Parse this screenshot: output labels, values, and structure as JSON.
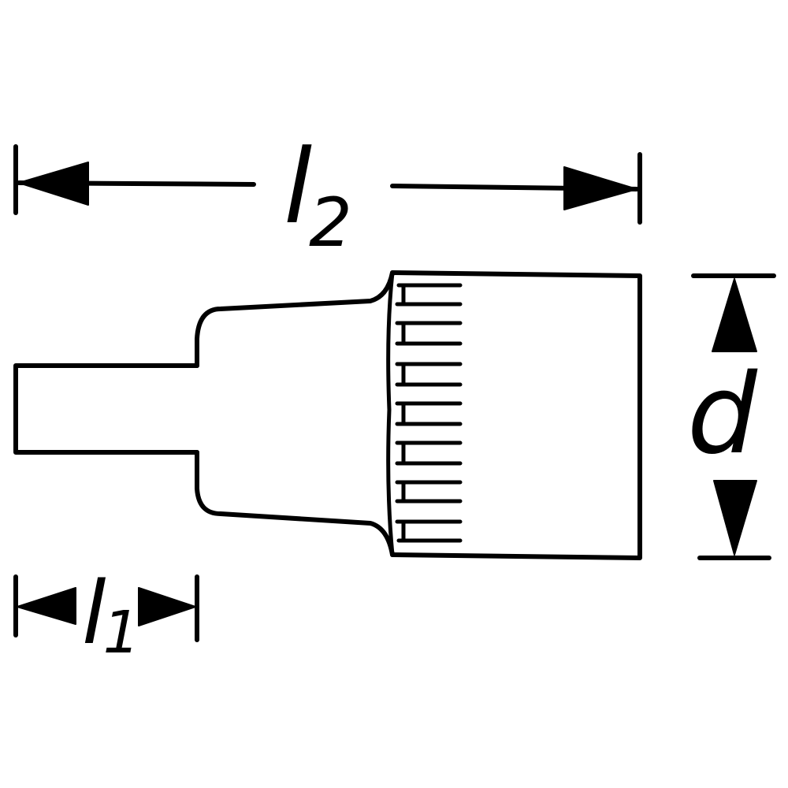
{
  "diagram": {
    "colors": {
      "ink": "#000000",
      "background": "#ffffff"
    },
    "dimensions": {
      "overall_length": {
        "symbol": "l",
        "subscript": "2"
      },
      "bit_length": {
        "symbol": "l",
        "subscript": "1"
      },
      "diameter": {
        "symbol": "d"
      }
    }
  }
}
